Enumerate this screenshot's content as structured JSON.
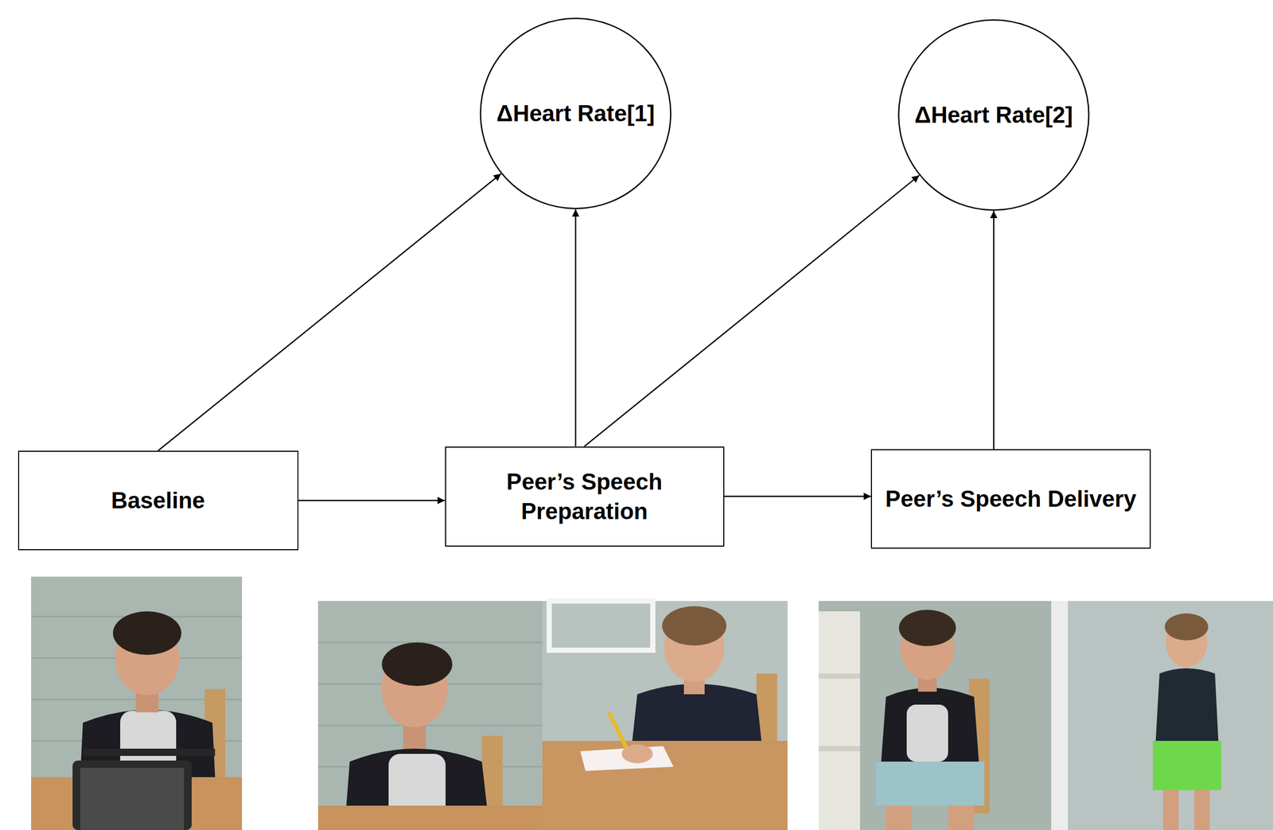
{
  "diagram": {
    "nodes": [
      {
        "text": [
          "ΔHeart Rate[1]"
        ]
      },
      {
        "text": [
          "ΔHeart Rate[2]"
        ]
      },
      {
        "text": [
          "Baseline"
        ]
      },
      {
        "text": [
          "Peer’s Speech Preparation"
        ]
      },
      {
        "text": [
          "Peer’s Speech Delivery"
        ]
      }
    ],
    "edges": [
      {
        "from": 2,
        "to": 0,
        "arrow": "to"
      },
      {
        "from": 3,
        "to": 0,
        "arrow": "to"
      },
      {
        "from": 3,
        "to": 1,
        "arrow": "to"
      },
      {
        "from": 4,
        "to": 1,
        "arrow": "to"
      },
      {
        "from": 2,
        "to": 3,
        "arrow": "to"
      },
      {
        "from": 3,
        "to": 4,
        "arrow": "to"
      }
    ]
  }
}
